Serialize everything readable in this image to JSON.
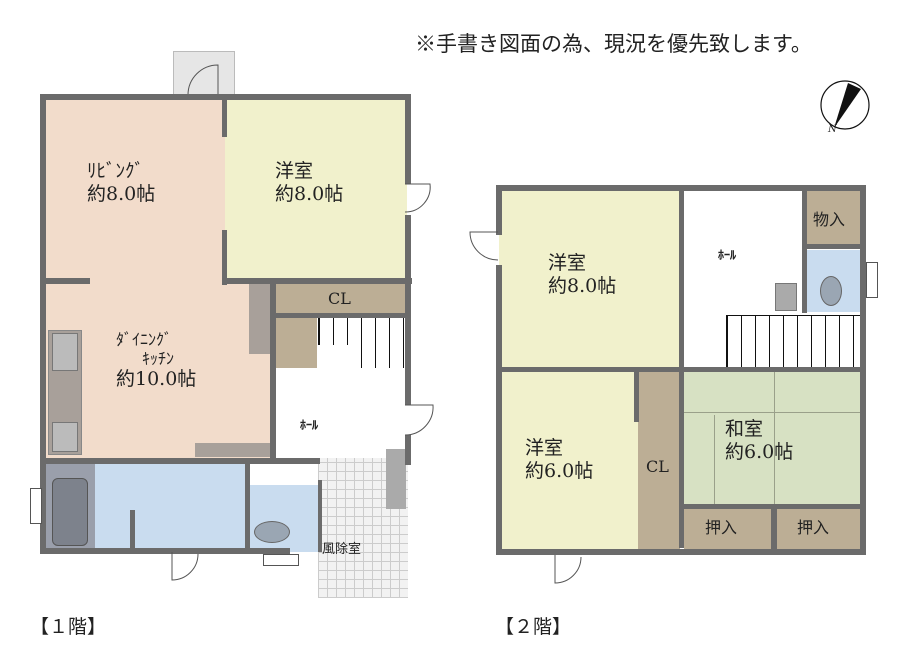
{
  "note": "※手書き図面の為、現況を優先致します。",
  "compass": {
    "label": "N",
    "icon": "north-arrow-icon"
  },
  "colors": {
    "living": "#f2dccb",
    "western": "#f1f1cc",
    "closet": "#bcae95",
    "wet": "#c9dcef",
    "japanese": "#d7e1c3",
    "wall": "#6b6b6b"
  },
  "floor1": {
    "title": "【１階】",
    "rooms": {
      "living": {
        "name": "ﾘﾋﾞﾝｸﾞ",
        "size": "約8.0帖"
      },
      "western": {
        "name": "洋室",
        "size": "約8.0帖"
      },
      "closet": {
        "name": "CL"
      },
      "dining": {
        "name1": "ﾀﾞｲﾆﾝｸﾞ",
        "name2": "ｷｯﾁﾝ",
        "size": "約10.0帖"
      },
      "hall": {
        "name": "ﾎｰﾙ"
      },
      "windbreak": {
        "name": "風除室"
      }
    }
  },
  "floor2": {
    "title": "【２階】",
    "rooms": {
      "western_a": {
        "name": "洋室",
        "size": "約8.0帖"
      },
      "hall": {
        "name": "ﾎｰﾙ"
      },
      "storage": {
        "name": "物入"
      },
      "western_b": {
        "name": "洋室",
        "size": "約6.0帖"
      },
      "closet": {
        "name": "CL"
      },
      "japanese": {
        "name": "和室",
        "size": "約6.0帖"
      },
      "oshiire_1": {
        "name": "押入"
      },
      "oshiire_2": {
        "name": "押入"
      }
    }
  }
}
